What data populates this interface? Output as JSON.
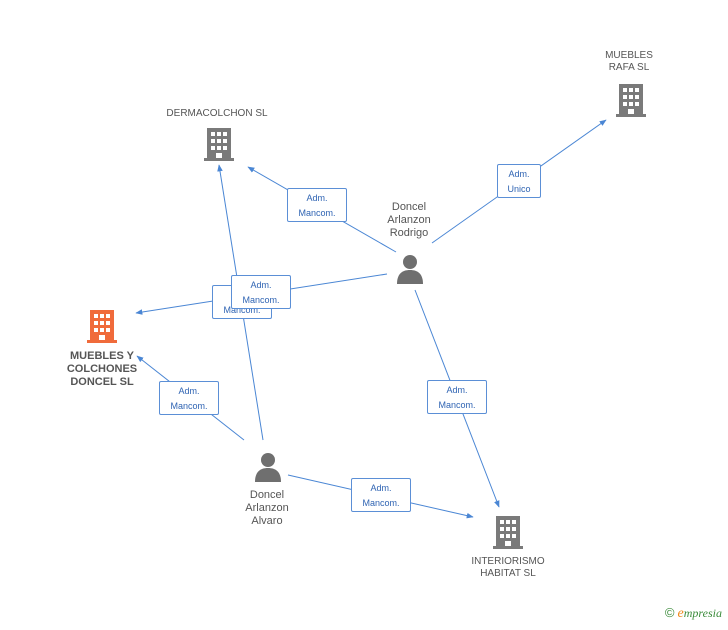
{
  "companies": {
    "dermacolchon": {
      "name": "DERMACOLCHON SL",
      "color": "#7a7a7a"
    },
    "muebles_rafa": {
      "name_line1": "MUEBLES",
      "name_line2": "RAFA SL",
      "color": "#7a7a7a"
    },
    "muebles_colchones": {
      "name_line1": "MUEBLES Y",
      "name_line2": "COLCHONES",
      "name_line3": "DONCEL SL",
      "color": "#f06b3b"
    },
    "interiorismo": {
      "name_line1": "INTERIORISMO",
      "name_line2": "HABITAT SL",
      "color": "#7a7a7a"
    }
  },
  "persons": {
    "rodrigo": {
      "line1": "Doncel",
      "line2": "Arlanzon",
      "line3": "Rodrigo",
      "color": "#6f6f6f"
    },
    "alvaro": {
      "line1": "Doncel",
      "line2": "Arlanzon",
      "line3": "Alvaro",
      "color": "#6f6f6f"
    }
  },
  "edges": {
    "rodrigo_dermacolchon": {
      "line1": "Adm.",
      "line2": "Mancom."
    },
    "rodrigo_rafa": {
      "line1": "Adm.",
      "line2": "Unico"
    },
    "rodrigo_muebles": {
      "line1": "Adm.",
      "line2": "Mancom."
    },
    "alvaro_dermacolchon": {
      "line1": "Adm.",
      "line2": "Mancom."
    },
    "alvaro_muebles": {
      "line1": "Adm.",
      "line2": "Mancom."
    },
    "rodrigo_interiorismo": {
      "line1": "Adm.",
      "line2": "Mancom."
    },
    "alvaro_interiorismo": {
      "line1": "Adm.",
      "line2": "Mancom."
    }
  },
  "edge_color": "#4a86d4",
  "brand": {
    "copyright": "©",
    "e": "e",
    "rest": "mpresia"
  }
}
